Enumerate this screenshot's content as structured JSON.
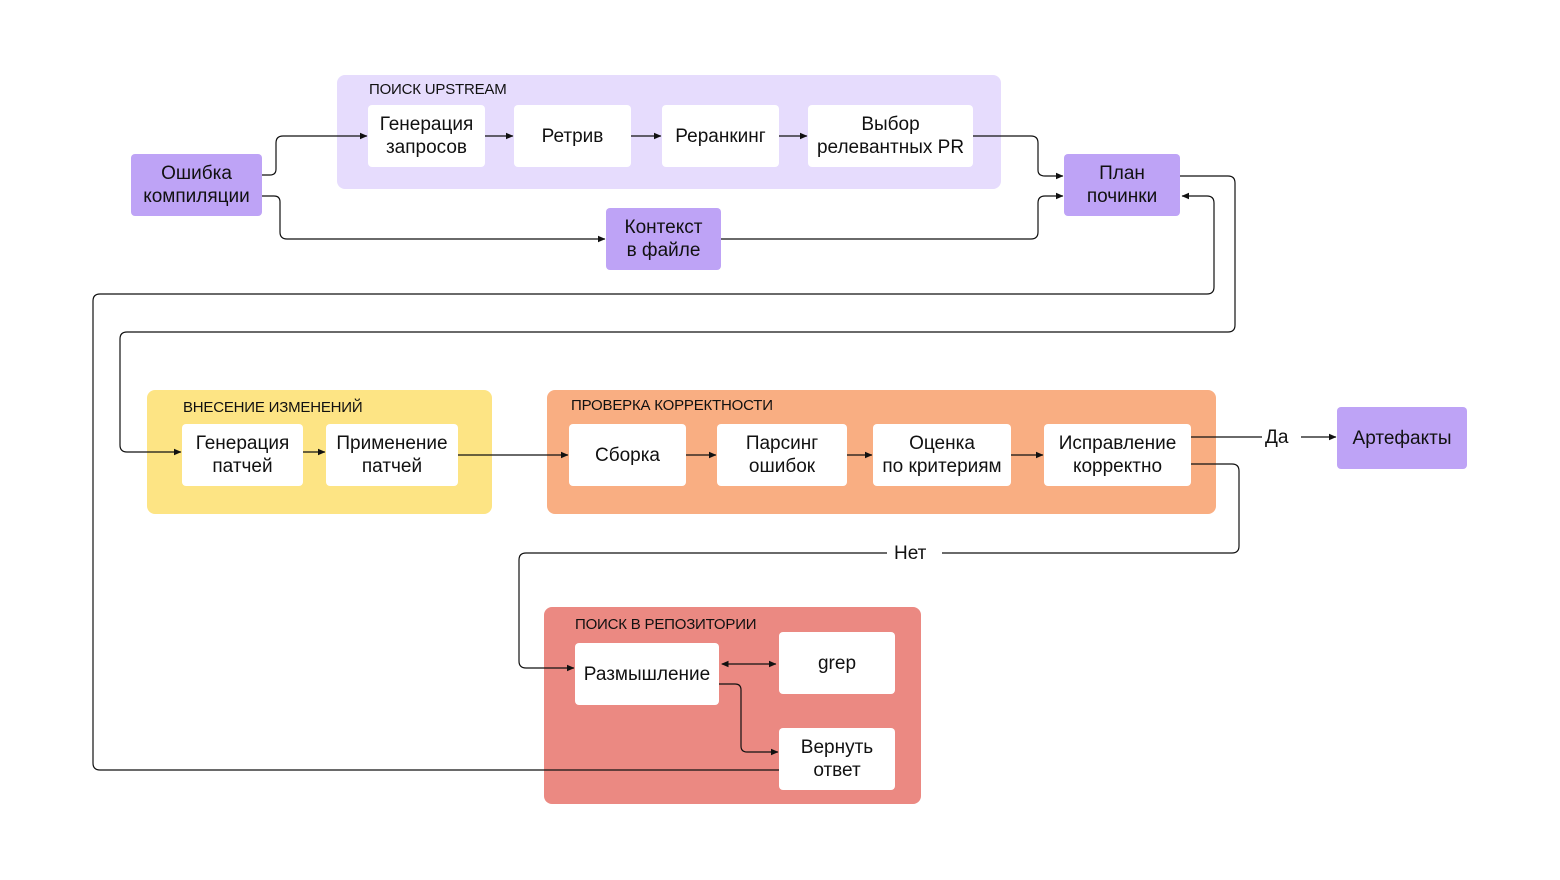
{
  "groups": {
    "upstream": "ПОИСК UPSTREAM",
    "changes": "ВНЕСЕНИЕ ИЗМЕНЕНИЙ",
    "check": "ПРОВЕРКА КОРРЕКТНОСТИ",
    "repo": "ПОИСК В РЕПОЗИТОРИИ"
  },
  "nodes": {
    "compile_error": "Ошибка\nкомпиляции",
    "gen_queries": "Генерация\nзапросов",
    "retrieve": "Ретрив",
    "rerank": "Реранкинг",
    "select_pr": "Выбор\nрелевантных PR",
    "file_context": "Контекст\nв файле",
    "fix_plan": "План\nпочинки",
    "gen_patches": "Генерация\nпатчей",
    "apply_patches": "Применение\nпатчей",
    "build": "Сборка",
    "parse_errors": "Парсинг\nошибок",
    "evaluate": "Оценка\nпо критериям",
    "fix_correct": "Исправление\nкорректно",
    "artifacts": "Артефакты",
    "thinking": "Размышление",
    "grep": "grep",
    "return_answer": "Вернуть\nответ"
  },
  "edge_labels": {
    "yes": "Да",
    "no": "Нет"
  },
  "colors": {
    "upstream_bg": "#e6dcfd",
    "changes_bg": "#fde484",
    "check_bg": "#f9ae82",
    "repo_bg": "#eb8982",
    "purple_node": "#bea3f6"
  }
}
